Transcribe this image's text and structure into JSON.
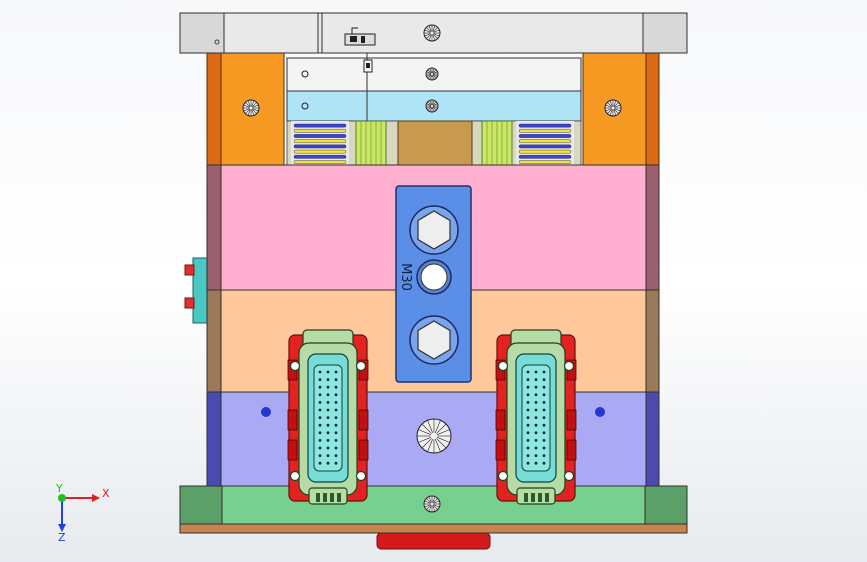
{
  "viewport": {
    "engraving": "M30",
    "triad": {
      "x_label": "X",
      "y_label": "Y",
      "z_label": "Z"
    }
  },
  "colors": {
    "top_clamp_plate": "#e9e9e9",
    "bolt_plate_white": "#f4f4f4",
    "bolt_plate_blue": "#aee4f6",
    "support_block": "#f69a24",
    "support_block_side": "#db6a14",
    "cavity_plate_pink": "#ffb0d0",
    "core_plate_peach": "#fec89a",
    "support_plate_violet": "#aaaaf4",
    "bottom_clamp_green": "#78d08e",
    "ejector_plate_brown": "#c7844c",
    "locating_ring_red": "#d41a1a",
    "center_bar_blue": "#5b8ee6",
    "connector_red": "#e52222",
    "connector_green": "#b4dca4",
    "connector_cyan": "#78dcd6",
    "spring_blue": "#3a44c8",
    "spring_yellow": "#f0e040",
    "return_pin_green": "#c8e866",
    "sprue_bushing": "#c89a50",
    "side_connector_teal": "#4ac8c4",
    "dimple_blue": "#2238d0",
    "triad_x": "#e02020",
    "triad_y": "#20c020",
    "triad_z": "#2040e0"
  },
  "icons": [
    "bolt-icon",
    "screw-icon",
    "limit-switch-icon",
    "axis-triad-icon"
  ]
}
